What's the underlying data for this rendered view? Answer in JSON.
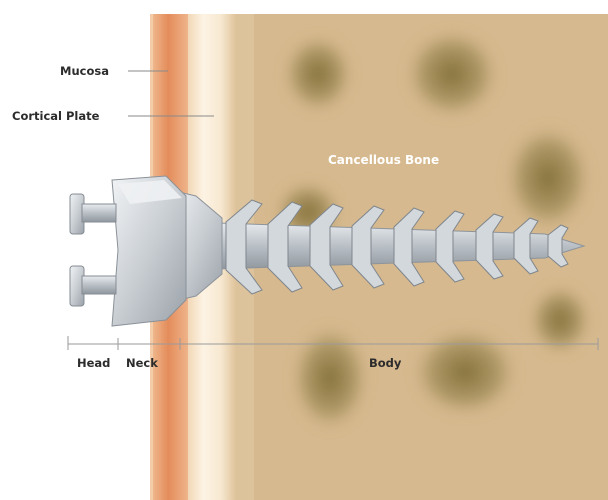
{
  "labels": {
    "mucosa": "Mucosa",
    "cortical_plate": "Cortical Plate",
    "cancellous_bone": "Cancellous Bone",
    "head": "Head",
    "neck": "Neck",
    "body": "Body"
  },
  "colors": {
    "bone": "#d6b98e",
    "mucosa": "#e8996a",
    "cortical": "#f6e4c8",
    "marrow": "#8c7a40",
    "screw": "#c9ced3",
    "label_text": "#2c2c2c"
  }
}
